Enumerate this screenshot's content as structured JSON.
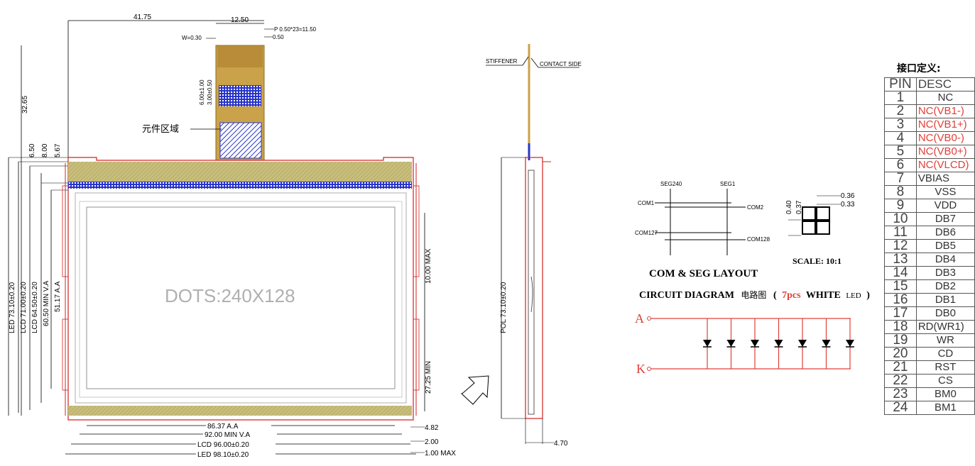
{
  "front": {
    "tail_width": "12.50",
    "tail_offset": "41.75",
    "pitch": "P 0.50*23=11.50",
    "pitch_gap": "0.50",
    "lead_width": "W=0.30",
    "tail_dim_a": "6.00±1.00",
    "tail_dim_b": "3.00±0.50",
    "component_area": "元件区域",
    "height_32": "32.65",
    "dim_650": "6.50",
    "dim_800": "8.00",
    "dim_567": "5.67",
    "led_h": "LED 73.10±0.20",
    "lcd_h": "LCD 71.00±0.20",
    "lcd_h2": "LCD 64.50±0.20",
    "va_h": "60.50 MIN V.A",
    "aa_h": "51.17 A.A",
    "dots": "DOTS:240X128",
    "max_10": "10.00 MAX",
    "min_27": "27.25 MIN",
    "aa_w": "86.37 A.A",
    "va_w": "92.00 MIN V.A",
    "lcd_w": "LCD 96.00±0.20",
    "led_w": "LED 98.10±0.20",
    "r_482": "4.82",
    "r_200": "2.00",
    "r_100": "1.00 MAX"
  },
  "side": {
    "stiffener": "STIFFENER",
    "contact_side": "CONTACT SIDE",
    "pol": "POL 73.10±0.20",
    "thickness": "4.70"
  },
  "layout": {
    "seg240": "SEG240",
    "seg1": "SEG1",
    "com1": "COM1",
    "com2": "COM2",
    "com127": "COM127",
    "com128": "COM128",
    "title": "COM & SEG LAYOUT",
    "d036": "0.36",
    "d033": "0.33",
    "d040": "0.40",
    "d037": "0.37",
    "scale": "SCALE: 10:1"
  },
  "circuit": {
    "title_a": "CIRCUIT DIAGRAM",
    "title_b": "电路图",
    "title_c": "(",
    "pcs": "7pcs",
    "white": "WHITE",
    "led": "LED",
    "title_d": ")",
    "anode": "A",
    "cathode": "K",
    "led_count": 7
  },
  "interface": {
    "title": "接口定义:",
    "header_pin": "PIN",
    "header_desc": "DESC",
    "rows": [
      {
        "pin": "1",
        "desc": "NC",
        "red": false
      },
      {
        "pin": "2",
        "desc": "NC(VB1-)",
        "red": true
      },
      {
        "pin": "3",
        "desc": "NC(VB1+)",
        "red": true
      },
      {
        "pin": "4",
        "desc": "NC(VB0-)",
        "red": true
      },
      {
        "pin": "5",
        "desc": "NC(VB0+)",
        "red": true
      },
      {
        "pin": "6",
        "desc": "NC(VLCD)",
        "red": true
      },
      {
        "pin": "7",
        "desc": "VBIAS",
        "red": false
      },
      {
        "pin": "8",
        "desc": "VSS",
        "red": false
      },
      {
        "pin": "9",
        "desc": "VDD",
        "red": false
      },
      {
        "pin": "10",
        "desc": "DB7",
        "red": false
      },
      {
        "pin": "11",
        "desc": "DB6",
        "red": false
      },
      {
        "pin": "12",
        "desc": "DB5",
        "red": false
      },
      {
        "pin": "13",
        "desc": "DB4",
        "red": false
      },
      {
        "pin": "14",
        "desc": "DB3",
        "red": false
      },
      {
        "pin": "15",
        "desc": "DB2",
        "red": false
      },
      {
        "pin": "16",
        "desc": "DB1",
        "red": false
      },
      {
        "pin": "17",
        "desc": "DB0",
        "red": false
      },
      {
        "pin": "18",
        "desc": "RD(WR1)",
        "red": false
      },
      {
        "pin": "19",
        "desc": "WR",
        "red": false
      },
      {
        "pin": "20",
        "desc": "CD",
        "red": false
      },
      {
        "pin": "21",
        "desc": "RST",
        "red": false
      },
      {
        "pin": "22",
        "desc": "CS",
        "red": false
      },
      {
        "pin": "23",
        "desc": "BM0",
        "red": false
      },
      {
        "pin": "24",
        "desc": "BM1",
        "red": false
      }
    ]
  },
  "colors": {
    "outline": "#d62020",
    "fpc": "#c9a24a",
    "hatch": "#2a35c8",
    "stripe": "#b9b070"
  }
}
